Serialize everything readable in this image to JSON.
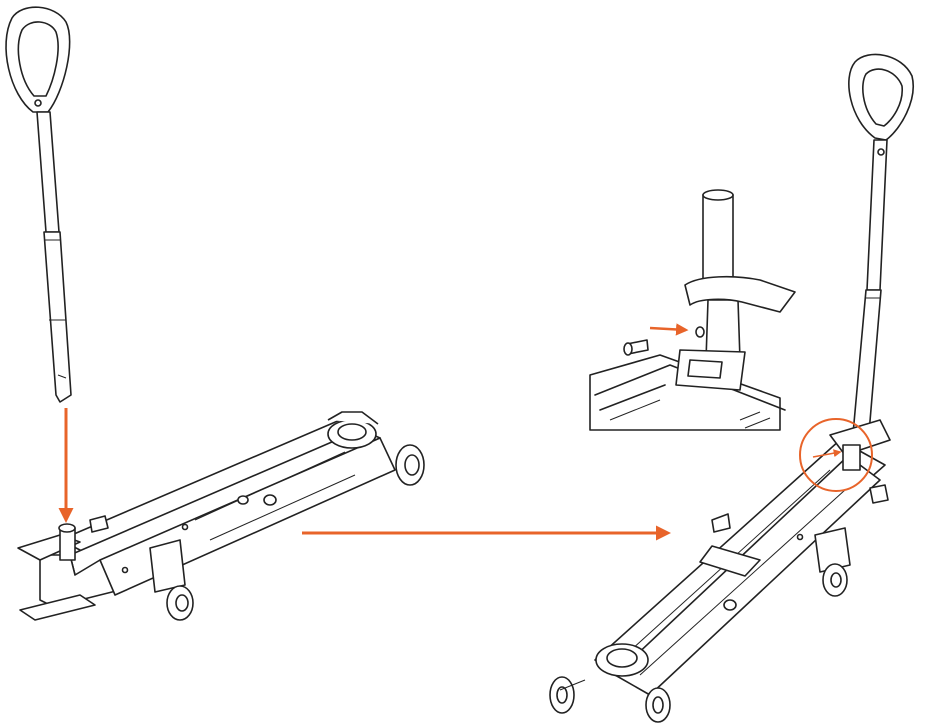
{
  "figure": {
    "background": "#ffffff",
    "line_color": "#222222",
    "accent_color": "#e8642a"
  },
  "steps": [
    {
      "name": "insert-handle-into-socket",
      "icon": "down-arrow"
    },
    {
      "name": "transition-to-assembled-view",
      "icon": "right-arrow"
    },
    {
      "name": "secure-handle-with-bolt",
      "icon": "bolt-arrow"
    }
  ],
  "detail_callout": {
    "shape": "circle",
    "inset": "magnified-view"
  }
}
